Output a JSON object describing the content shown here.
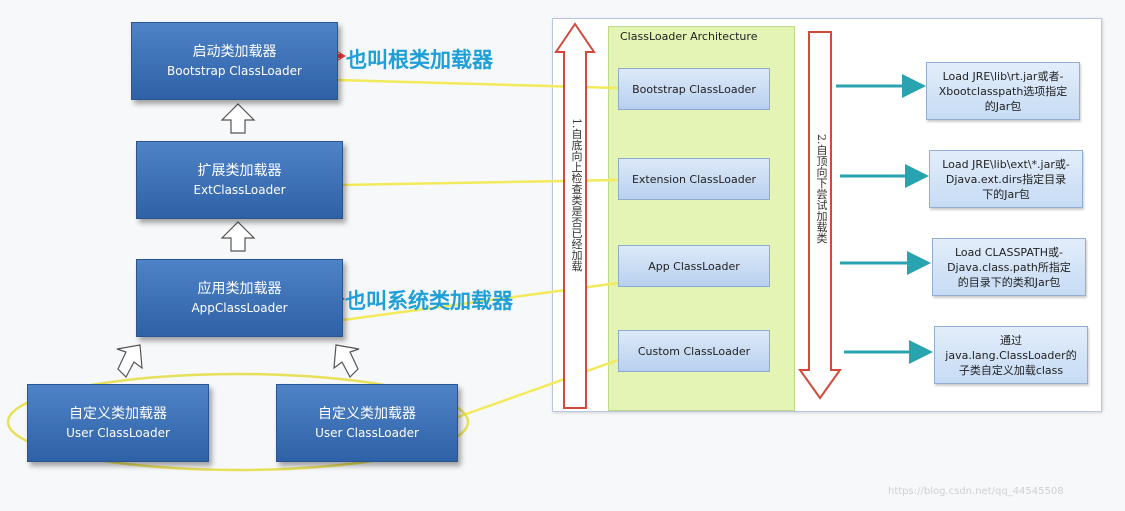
{
  "hierarchy": {
    "bootstrap": {
      "cn": "启动类加载器",
      "en": "Bootstrap ClassLoader"
    },
    "extension": {
      "cn": "扩展类加载器",
      "en": "ExtClassLoader"
    },
    "app": {
      "cn": "应用类加载器",
      "en": "AppClassLoader"
    },
    "user1": {
      "cn": "自定义类加载器",
      "en": "User ClassLoader"
    },
    "user2": {
      "cn": "自定义类加载器",
      "en": "User ClassLoader"
    }
  },
  "callouts": {
    "bootstrap": "也叫根类加载器",
    "app": "也叫系统类加载器"
  },
  "architecture": {
    "title": "ClassLoader Architecture",
    "loaders": [
      "Bootstrap ClassLoader",
      "Extension ClassLoader",
      "App ClassLoader",
      "Custom ClassLoader"
    ],
    "up_arrow_text": "1.自底向上检查类是否已经加载",
    "down_arrow_text": "2.自顶向下尝试加载类",
    "info": [
      [
        "Load JRE\\lib\\rt.jar或者-",
        "Xbootclasspath选项指定",
        "的Jar包"
      ],
      [
        "Load JRE\\lib\\ext\\*.jar或-",
        "Djava.ext.dirs指定目录",
        "下的Jar包"
      ],
      [
        "Load CLASSPATH或-",
        "Djava.class.path所指定",
        "的目录下的类和Jar包"
      ],
      [
        "通过",
        "java.lang.ClassLoader的",
        "子类自定义加载class"
      ]
    ]
  },
  "watermark": "https://blog.csdn.net/qq_44545508",
  "colors": {
    "node_blue": "#3a6db5",
    "callout": "#1f9fd8",
    "connector_yellow": "#f2ea5a",
    "arrow_red": "#e83a3a",
    "arrow_teal": "#2aa3b0",
    "loader_column": "#e3f4b4"
  }
}
